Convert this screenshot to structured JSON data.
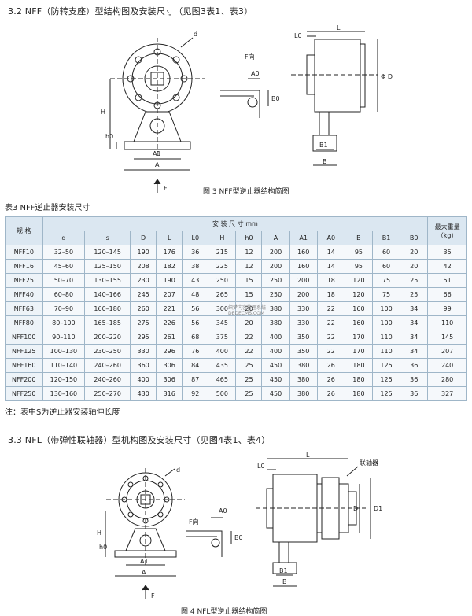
{
  "section1": {
    "heading": "3.2  NFF（防转支座）型结构图及安装尺寸（见图3表1、表3）",
    "figure_caption": "图 3  NFF型逆止器结构简图",
    "labels": {
      "d": "d",
      "H": "H",
      "h0": "h0",
      "A1": "A1",
      "A": "A",
      "F": "F",
      "F_dir": "F向",
      "A0": "A0",
      "B0": "B0",
      "L0": "L0",
      "L": "L",
      "PhiD": "Φ D",
      "B1": "B1",
      "B": "B"
    }
  },
  "table": {
    "title": "表3   NFF逆止器安装尺寸",
    "spec_header": "规 格",
    "group_header": "安 装 尺 寸 mm",
    "weight_header": "最大重量（kg）",
    "columns": [
      "d",
      "s",
      "D",
      "L",
      "L0",
      "H",
      "h0",
      "A",
      "A1",
      "A0",
      "B",
      "B1",
      "B0"
    ],
    "rows": [
      [
        "NFF10",
        "32–50",
        "120–145",
        "190",
        "176",
        "36",
        "215",
        "12",
        "200",
        "160",
        "14",
        "95",
        "60",
        "20",
        "35"
      ],
      [
        "NFF16",
        "45–60",
        "125–150",
        "208",
        "182",
        "38",
        "225",
        "12",
        "200",
        "160",
        "14",
        "95",
        "60",
        "20",
        "42"
      ],
      [
        "NFF25",
        "50–70",
        "130–155",
        "230",
        "190",
        "43",
        "250",
        "15",
        "250",
        "200",
        "18",
        "120",
        "75",
        "25",
        "51"
      ],
      [
        "NFF40",
        "60–80",
        "140–166",
        "245",
        "207",
        "48",
        "265",
        "15",
        "250",
        "200",
        "18",
        "120",
        "75",
        "25",
        "66"
      ],
      [
        "NFF63",
        "70–90",
        "160–180",
        "260",
        "221",
        "56",
        "300",
        "20",
        "380",
        "330",
        "22",
        "160",
        "100",
        "34",
        "99"
      ],
      [
        "NFF80",
        "80–100",
        "165–185",
        "275",
        "226",
        "56",
        "345",
        "20",
        "380",
        "330",
        "22",
        "160",
        "100",
        "34",
        "110"
      ],
      [
        "NFF100",
        "90–110",
        "200–220",
        "295",
        "261",
        "68",
        "375",
        "22",
        "400",
        "350",
        "22",
        "170",
        "110",
        "34",
        "145"
      ],
      [
        "NFF125",
        "100–130",
        "230–250",
        "330",
        "296",
        "76",
        "400",
        "22",
        "400",
        "350",
        "22",
        "170",
        "110",
        "34",
        "207"
      ],
      [
        "NFF160",
        "110–140",
        "240–260",
        "360",
        "306",
        "84",
        "435",
        "25",
        "450",
        "380",
        "26",
        "180",
        "125",
        "36",
        "240"
      ],
      [
        "NFF200",
        "120–150",
        "240–260",
        "400",
        "306",
        "87",
        "465",
        "25",
        "450",
        "380",
        "26",
        "180",
        "125",
        "36",
        "280"
      ],
      [
        "NFF250",
        "130–160",
        "250–270",
        "430",
        "316",
        "92",
        "500",
        "25",
        "450",
        "380",
        "26",
        "180",
        "125",
        "36",
        "327"
      ]
    ],
    "note": "注：表中S为逆止器安装轴伸长度",
    "watermark": [
      "织梦内容管理系统",
      "DEDECMS.COM"
    ]
  },
  "section2": {
    "heading": "3.3  NFL（带弹性联轴器）型机构图及安装尺寸（见图4表1、表4）",
    "figure_caption": "图 4  NFL型逆止器结构简图",
    "labels": {
      "d": "d",
      "H": "H",
      "h0": "h0",
      "A1": "A1",
      "A": "A",
      "F": "F",
      "F_dir": "F向",
      "A0": "A0",
      "B0": "B0",
      "L0": "L0",
      "L": "L",
      "coupling": "联轴器",
      "D": "D",
      "D1": "D1",
      "B1": "B1",
      "B": "B"
    }
  }
}
